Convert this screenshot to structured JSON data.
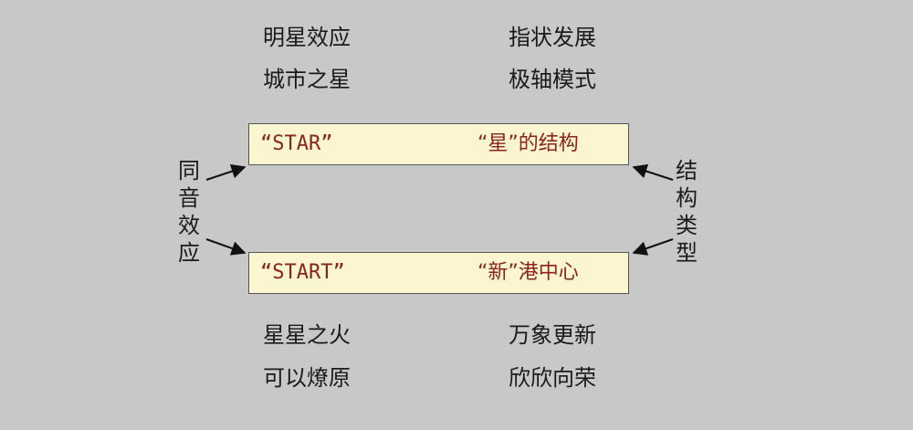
{
  "top_left": [
    "明星效应",
    "城市之星"
  ],
  "top_right": [
    "指状发展",
    "极轴模式"
  ],
  "box_top": {
    "left": "“STAR”",
    "right": "“星”的结构"
  },
  "box_bottom": {
    "left": "“START”",
    "right": "“新”港中心"
  },
  "left_side": [
    "同",
    "音",
    "效",
    "应"
  ],
  "right_side": [
    "结",
    "构",
    "类",
    "型"
  ],
  "bottom_left": [
    "星星之火",
    "可以燎原"
  ],
  "bottom_right": [
    "万象更新",
    "欣欣向荣"
  ]
}
